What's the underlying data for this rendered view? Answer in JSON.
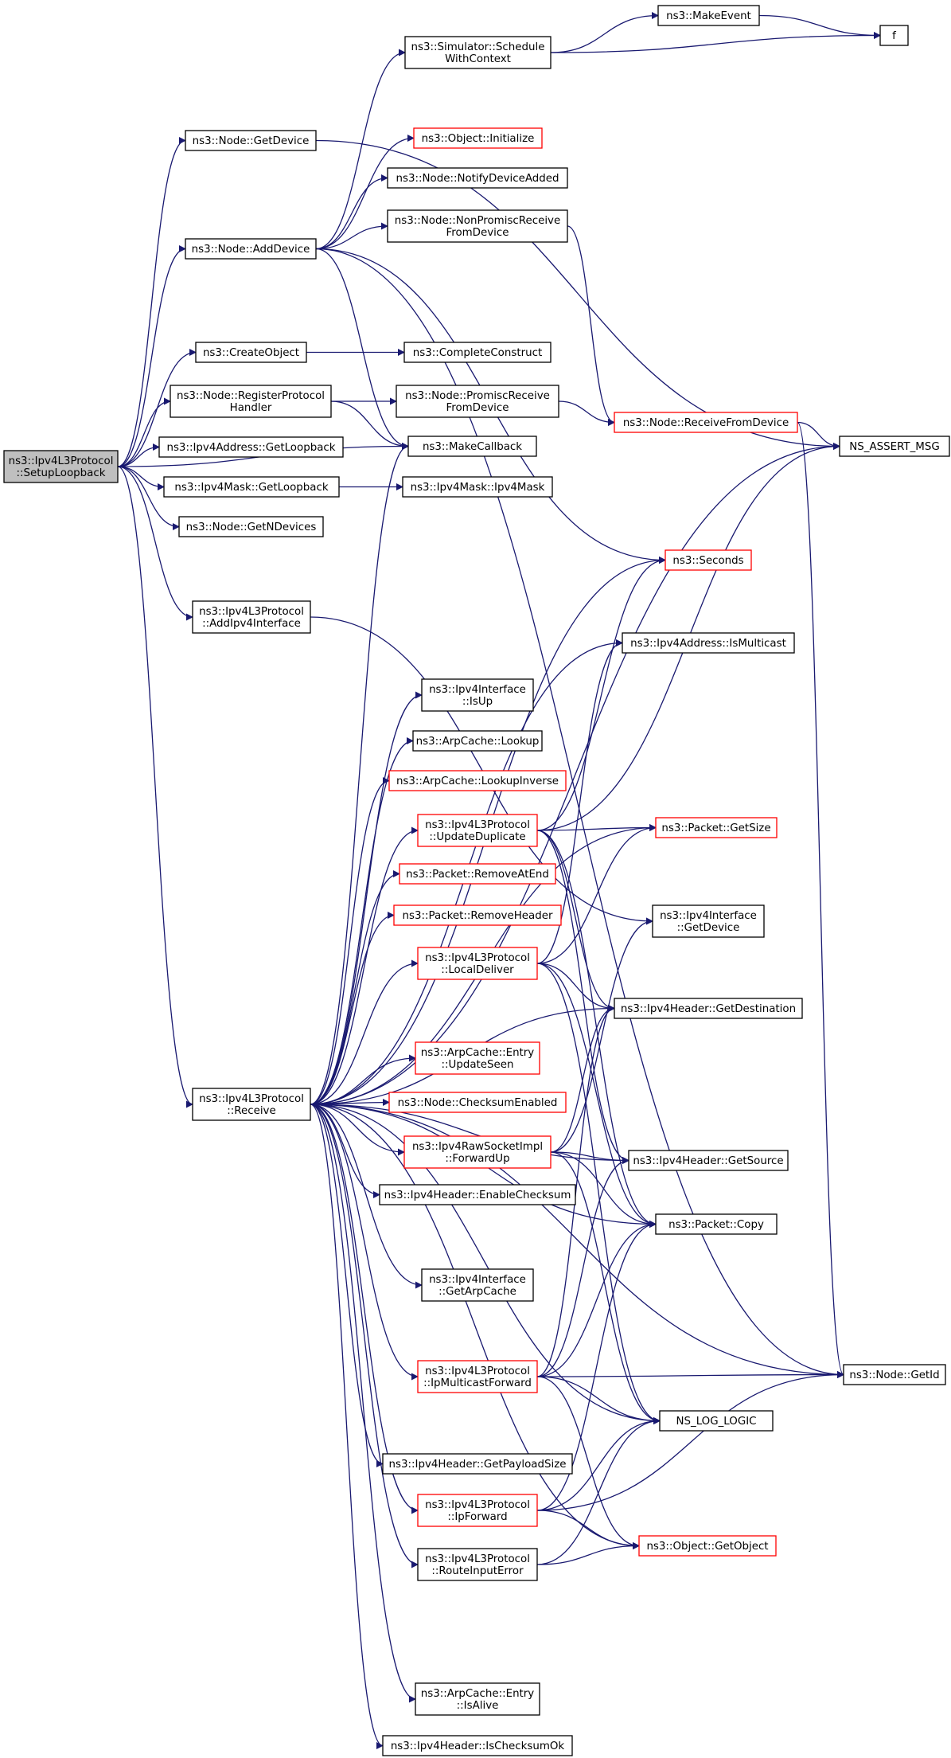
{
  "colors": {
    "edge": "#191970",
    "normal_border": "#000000",
    "truncated_border": "#ff0000",
    "root_fill": "#bfbfbf",
    "node_fill": "#ffffff"
  },
  "nodes": [
    {
      "id": "setup",
      "lines": [
        "ns3::Ipv4L3Protocol",
        "::SetupLoopback"
      ],
      "style": "root"
    },
    {
      "id": "getdevice",
      "lines": [
        "ns3::Node::GetDevice"
      ],
      "style": "normal"
    },
    {
      "id": "adddevice",
      "lines": [
        "ns3::Node::AddDevice"
      ],
      "style": "normal"
    },
    {
      "id": "createobject",
      "lines": [
        "ns3::CreateObject"
      ],
      "style": "normal"
    },
    {
      "id": "registerproto",
      "lines": [
        "ns3::Node::RegisterProtocol",
        "Handler"
      ],
      "style": "normal"
    },
    {
      "id": "addrgetloop",
      "lines": [
        "ns3::Ipv4Address::GetLoopback"
      ],
      "style": "normal"
    },
    {
      "id": "maskgetloop",
      "lines": [
        "ns3::Ipv4Mask::GetLoopback"
      ],
      "style": "normal"
    },
    {
      "id": "getndevices",
      "lines": [
        "ns3::Node::GetNDevices"
      ],
      "style": "normal"
    },
    {
      "id": "addipv4if",
      "lines": [
        "ns3::Ipv4L3Protocol",
        "::AddIpv4Interface"
      ],
      "style": "normal"
    },
    {
      "id": "receive",
      "lines": [
        "ns3::Ipv4L3Protocol",
        "::Receive"
      ],
      "style": "normal"
    },
    {
      "id": "schedule",
      "lines": [
        "ns3::Simulator::Schedule",
        "WithContext"
      ],
      "style": "normal"
    },
    {
      "id": "makeevent",
      "lines": [
        "ns3::MakeEvent"
      ],
      "style": "normal"
    },
    {
      "id": "f",
      "lines": [
        "f"
      ],
      "style": "normal"
    },
    {
      "id": "objinit",
      "lines": [
        "ns3::Object::Initialize"
      ],
      "style": "truncated"
    },
    {
      "id": "notifyadded",
      "lines": [
        "ns3::Node::NotifyDeviceAdded"
      ],
      "style": "normal"
    },
    {
      "id": "nonpromisc",
      "lines": [
        "ns3::Node::NonPromiscReceive",
        "FromDevice"
      ],
      "style": "normal"
    },
    {
      "id": "completeconstruct",
      "lines": [
        "ns3::CompleteConstruct"
      ],
      "style": "normal"
    },
    {
      "id": "promisc",
      "lines": [
        "ns3::Node::PromiscReceive",
        "FromDevice"
      ],
      "style": "normal"
    },
    {
      "id": "makecallback",
      "lines": [
        "ns3::MakeCallback"
      ],
      "style": "normal"
    },
    {
      "id": "maskctor",
      "lines": [
        "ns3::Ipv4Mask::Ipv4Mask"
      ],
      "style": "normal"
    },
    {
      "id": "recvfromdev",
      "lines": [
        "ns3::Node::ReceiveFromDevice"
      ],
      "style": "truncated"
    },
    {
      "id": "assert",
      "lines": [
        "NS_ASSERT_MSG"
      ],
      "style": "normal"
    },
    {
      "id": "seconds",
      "lines": [
        "ns3::Seconds"
      ],
      "style": "truncated"
    },
    {
      "id": "ismulticast",
      "lines": [
        "ns3::Ipv4Address::IsMulticast"
      ],
      "style": "normal"
    },
    {
      "id": "ifisup",
      "lines": [
        "ns3::Ipv4Interface",
        "::IsUp"
      ],
      "style": "normal"
    },
    {
      "id": "arplookup",
      "lines": [
        "ns3::ArpCache::Lookup"
      ],
      "style": "normal"
    },
    {
      "id": "arplookupinv",
      "lines": [
        "ns3::ArpCache::LookupInverse"
      ],
      "style": "truncated"
    },
    {
      "id": "updatedup",
      "lines": [
        "ns3::Ipv4L3Protocol",
        "::UpdateDuplicate"
      ],
      "style": "truncated"
    },
    {
      "id": "pktgetsize",
      "lines": [
        "ns3::Packet::GetSize"
      ],
      "style": "truncated"
    },
    {
      "id": "pktremoveatend",
      "lines": [
        "ns3::Packet::RemoveAtEnd"
      ],
      "style": "truncated"
    },
    {
      "id": "pktremovehdr",
      "lines": [
        "ns3::Packet::RemoveHeader"
      ],
      "style": "truncated"
    },
    {
      "id": "ifgetdevice",
      "lines": [
        "ns3::Ipv4Interface",
        "::GetDevice"
      ],
      "style": "normal"
    },
    {
      "id": "localdeliver",
      "lines": [
        "ns3::Ipv4L3Protocol",
        "::LocalDeliver"
      ],
      "style": "truncated"
    },
    {
      "id": "hdrgetdest",
      "lines": [
        "ns3::Ipv4Header::GetDestination"
      ],
      "style": "normal"
    },
    {
      "id": "arpupdateseen",
      "lines": [
        "ns3::ArpCache::Entry",
        "::UpdateSeen"
      ],
      "style": "truncated"
    },
    {
      "id": "checksumenabled",
      "lines": [
        "ns3::Node::ChecksumEnabled"
      ],
      "style": "truncated"
    },
    {
      "id": "rawforwardup",
      "lines": [
        "ns3::Ipv4RawSocketImpl",
        "::ForwardUp"
      ],
      "style": "truncated"
    },
    {
      "id": "hdrgetsource",
      "lines": [
        "ns3::Ipv4Header::GetSource"
      ],
      "style": "normal"
    },
    {
      "id": "hdrenablechk",
      "lines": [
        "ns3::Ipv4Header::EnableChecksum"
      ],
      "style": "normal"
    },
    {
      "id": "pktcopy",
      "lines": [
        "ns3::Packet::Copy"
      ],
      "style": "normal"
    },
    {
      "id": "ifgetarpcache",
      "lines": [
        "ns3::Ipv4Interface",
        "::GetArpCache"
      ],
      "style": "normal"
    },
    {
      "id": "ipmcastfwd",
      "lines": [
        "ns3::Ipv4L3Protocol",
        "::IpMulticastForward"
      ],
      "style": "truncated"
    },
    {
      "id": "nodegetid",
      "lines": [
        "ns3::Node::GetId"
      ],
      "style": "normal"
    },
    {
      "id": "nslogic",
      "lines": [
        "NS_LOG_LOGIC"
      ],
      "style": "normal"
    },
    {
      "id": "hdrgetpayload",
      "lines": [
        "ns3::Ipv4Header::GetPayloadSize"
      ],
      "style": "normal"
    },
    {
      "id": "ipforward",
      "lines": [
        "ns3::Ipv4L3Protocol",
        "::IpForward"
      ],
      "style": "truncated"
    },
    {
      "id": "objgetobject",
      "lines": [
        "ns3::Object::GetObject"
      ],
      "style": "truncated"
    },
    {
      "id": "routeinputerr",
      "lines": [
        "ns3::Ipv4L3Protocol",
        "::RouteInputError"
      ],
      "style": "normal"
    },
    {
      "id": "arpisalive",
      "lines": [
        "ns3::ArpCache::Entry",
        "::IsAlive"
      ],
      "style": "normal"
    },
    {
      "id": "hdrischkok",
      "lines": [
        "ns3::Ipv4Header::IsChecksumOk"
      ],
      "style": "normal"
    }
  ],
  "edges": [
    [
      "setup",
      "getdevice"
    ],
    [
      "setup",
      "adddevice"
    ],
    [
      "setup",
      "createobject"
    ],
    [
      "setup",
      "registerproto"
    ],
    [
      "setup",
      "addrgetloop"
    ],
    [
      "setup",
      "maskgetloop"
    ],
    [
      "setup",
      "getndevices"
    ],
    [
      "setup",
      "addipv4if"
    ],
    [
      "setup",
      "receive"
    ],
    [
      "setup",
      "makecallback"
    ],
    [
      "getdevice",
      "assert"
    ],
    [
      "adddevice",
      "schedule"
    ],
    [
      "adddevice",
      "objinit"
    ],
    [
      "adddevice",
      "notifyadded"
    ],
    [
      "adddevice",
      "nonpromisc"
    ],
    [
      "adddevice",
      "makecallback"
    ],
    [
      "adddevice",
      "seconds"
    ],
    [
      "adddevice",
      "nodegetid"
    ],
    [
      "schedule",
      "makeevent"
    ],
    [
      "schedule",
      "f"
    ],
    [
      "makeevent",
      "f"
    ],
    [
      "createobject",
      "completeconstruct"
    ],
    [
      "registerproto",
      "promisc"
    ],
    [
      "registerproto",
      "makecallback"
    ],
    [
      "nonpromisc",
      "recvfromdev"
    ],
    [
      "promisc",
      "recvfromdev"
    ],
    [
      "recvfromdev",
      "assert"
    ],
    [
      "recvfromdev",
      "nodegetid"
    ],
    [
      "maskgetloop",
      "maskctor"
    ],
    [
      "addipv4if",
      "ifgetdevice"
    ],
    [
      "receive",
      "makecallback"
    ],
    [
      "receive",
      "assert"
    ],
    [
      "receive",
      "seconds"
    ],
    [
      "receive",
      "ismulticast"
    ],
    [
      "receive",
      "ifisup"
    ],
    [
      "receive",
      "arplookup"
    ],
    [
      "receive",
      "arplookupinv"
    ],
    [
      "receive",
      "updatedup"
    ],
    [
      "receive",
      "pktgetsize"
    ],
    [
      "receive",
      "pktremoveatend"
    ],
    [
      "receive",
      "pktremovehdr"
    ],
    [
      "receive",
      "localdeliver"
    ],
    [
      "receive",
      "hdrgetdest"
    ],
    [
      "receive",
      "arpupdateseen"
    ],
    [
      "receive",
      "checksumenabled"
    ],
    [
      "receive",
      "rawforwardup"
    ],
    [
      "receive",
      "hdrenablechk"
    ],
    [
      "receive",
      "pktcopy"
    ],
    [
      "receive",
      "ifgetarpcache"
    ],
    [
      "receive",
      "hdrgetsource"
    ],
    [
      "receive",
      "ipmcastfwd"
    ],
    [
      "receive",
      "nslogic"
    ],
    [
      "receive",
      "hdrgetpayload"
    ],
    [
      "receive",
      "ipforward"
    ],
    [
      "receive",
      "routeinputerr"
    ],
    [
      "receive",
      "objgetobject"
    ],
    [
      "receive",
      "nodegetid"
    ],
    [
      "receive",
      "arpisalive"
    ],
    [
      "receive",
      "hdrischkok"
    ],
    [
      "updatedup",
      "seconds"
    ],
    [
      "updatedup",
      "assert"
    ],
    [
      "updatedup",
      "pktgetsize"
    ],
    [
      "updatedup",
      "hdrgetdest"
    ],
    [
      "updatedup",
      "hdrgetsource"
    ],
    [
      "updatedup",
      "pktcopy"
    ],
    [
      "localdeliver",
      "ismulticast"
    ],
    [
      "localdeliver",
      "pktgetsize"
    ],
    [
      "localdeliver",
      "hdrgetdest"
    ],
    [
      "localdeliver",
      "pktcopy"
    ],
    [
      "localdeliver",
      "nslogic"
    ],
    [
      "rawforwardup",
      "hdrgetdest"
    ],
    [
      "rawforwardup",
      "hdrgetsource"
    ],
    [
      "rawforwardup",
      "pktcopy"
    ],
    [
      "rawforwardup",
      "nslogic"
    ],
    [
      "rawforwardup",
      "ifgetdevice"
    ],
    [
      "ipmcastfwd",
      "hdrgetsource"
    ],
    [
      "ipmcastfwd",
      "pktcopy"
    ],
    [
      "ipmcastfwd",
      "nodegetid"
    ],
    [
      "ipmcastfwd",
      "nslogic"
    ],
    [
      "ipmcastfwd",
      "objgetobject"
    ],
    [
      "ipmcastfwd",
      "hdrgetdest"
    ],
    [
      "ipforward",
      "nslogic"
    ],
    [
      "ipforward",
      "pktcopy"
    ],
    [
      "ipforward",
      "nodegetid"
    ],
    [
      "ipforward",
      "objgetobject"
    ],
    [
      "routeinputerr",
      "nslogic"
    ],
    [
      "routeinputerr",
      "objgetobject"
    ]
  ]
}
